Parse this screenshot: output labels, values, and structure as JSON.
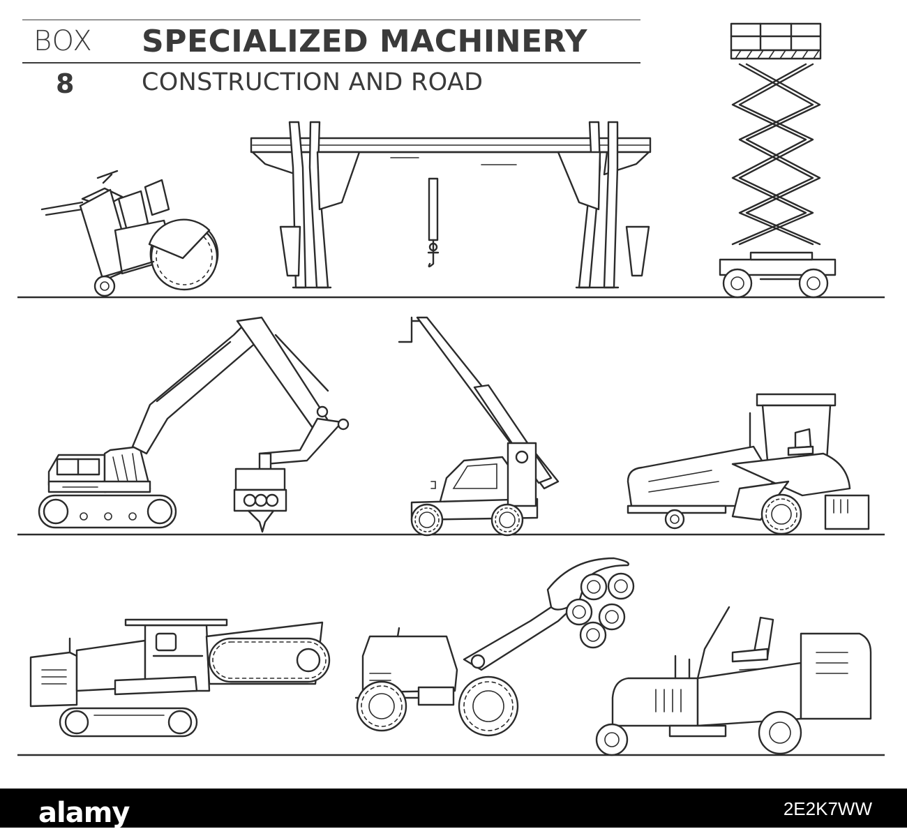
{
  "header": {
    "box_label": "BOX",
    "box_number": "8",
    "title": "SPECIALIZED MACHINERY",
    "subtitle": "CONSTRUCTION AND ROAD"
  },
  "footer": {
    "wordmark": "alamy",
    "image_id": "2E2K7WW",
    "background": "#000000"
  },
  "colors": {
    "line": "#2b2b2b",
    "text": "#3a3a3a",
    "background": "#ffffff"
  },
  "illustrations": {
    "row1": [
      "concrete-saw-icon",
      "gantry-crane-icon",
      "scissor-lift-icon"
    ],
    "row2": [
      "excavator-pile-driver-icon",
      "telehandler-icon",
      "asphalt-paver-icon"
    ],
    "row3": [
      "trencher-icon",
      "log-loader-icon",
      "road-roller-tractor-icon"
    ]
  }
}
